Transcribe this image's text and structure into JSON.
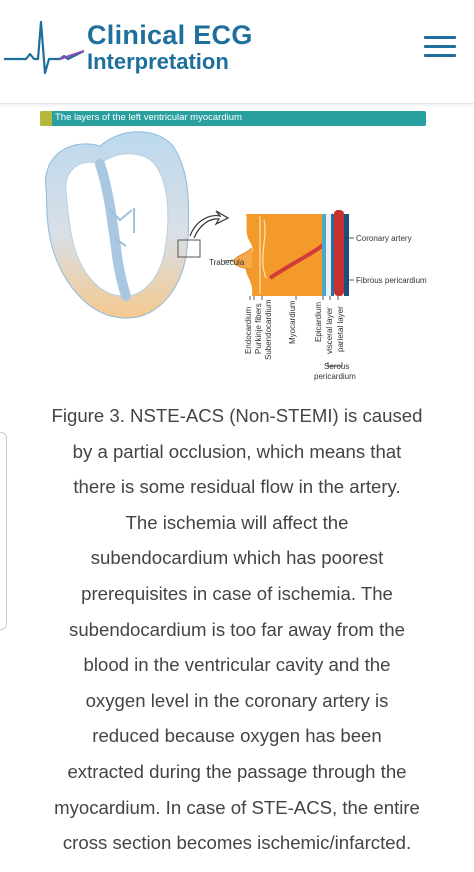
{
  "header": {
    "title_line1": "Clinical ECG",
    "title_line2": "Interpretation",
    "logo_icon": "ecg-waveform-icon",
    "menu_icon": "hamburger-menu-icon",
    "brand_color": "#1f6f9c"
  },
  "figure": {
    "caption_bar": "The layers of the left ventricular myocardium",
    "labels": {
      "trabecula": "Trabecula",
      "coronary_artery": "Coronary artery",
      "fibrous_pericardium": "Fibrous pericardium",
      "endocardium": "Endocardium",
      "purkinje_fibers": "Purkinje fibers",
      "subendocardium": "Subendocardium",
      "myocardium": "Myocardium",
      "epicardium": "Epicardium",
      "visceral_layer": "visceral layer",
      "parietal_layer": "parietal layer",
      "serous_pericardium_1": "Serous",
      "serous_pericardium_2": "pericardium"
    }
  },
  "text_lines": [
    "Figure 3. NSTE-ACS (Non-STEMI) is caused",
    "by a partial occlusion, which means that",
    "there is some residual flow in the artery.",
    "The ischemia will affect the",
    "subendocardium which has poorest",
    "prerequisites in case of ischemia. The",
    "subendocardium is too far away from the",
    "blood in the ventricular cavity and the",
    "oxygen level in the coronary artery is",
    "reduced because oxygen has been",
    "extracted during the passage through the",
    "myocardium. In case of STE-ACS, the entire",
    "cross section becomes ischemic/infarcted."
  ]
}
